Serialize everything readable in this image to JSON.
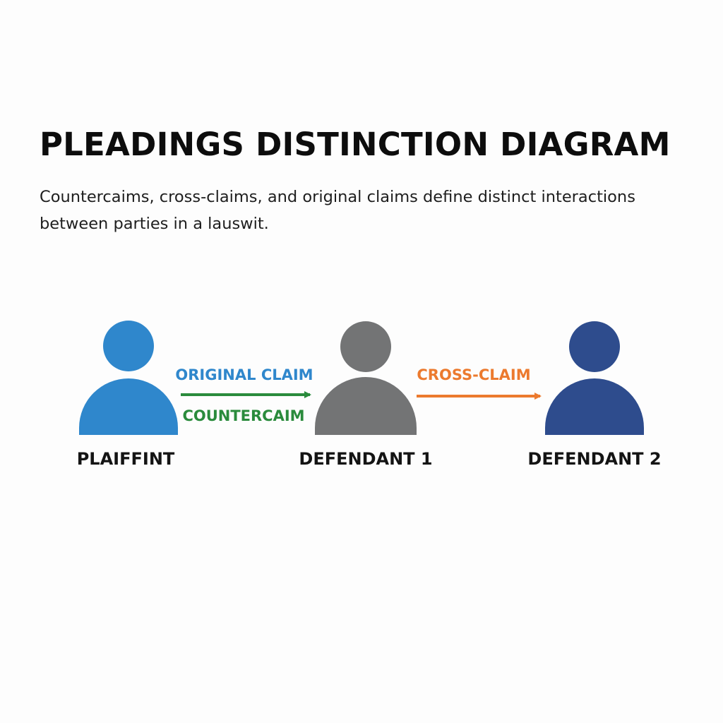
{
  "title": "PLEADINGS DISTINCTION DIAGRAM",
  "subtitle": "Countercaims, cross-claims, and original claims define distinct interactions between parties in a lauswit.",
  "colors": {
    "plaintiff": "#2f87cc",
    "defendant_1": "#737475",
    "defendant_2": "#2e4c8d",
    "original_claim": "#2f87cc",
    "countercaim": "#2a8b3c",
    "cross_claim": "#ec7a2e"
  },
  "parties": {
    "plaintiff": {
      "label": "PLAIFFINT",
      "icon": "person-icon"
    },
    "defendant_1": {
      "label": "DEFENDANT 1",
      "icon": "person-icon"
    },
    "defendant_2": {
      "label": "DEFENDANT 2",
      "icon": "person-icon"
    }
  },
  "claims": {
    "original_claim": {
      "label": "ORIGINAL CLAIM",
      "from": "plaintiff",
      "to": "defendant_1"
    },
    "countercaim": {
      "label": "COUNTERCAIM",
      "between": [
        "plaintiff",
        "defendant_1"
      ]
    },
    "cross_claim": {
      "label": "CROSS-CLAIM",
      "from": "defendant_1",
      "to": "defendant_2"
    }
  }
}
